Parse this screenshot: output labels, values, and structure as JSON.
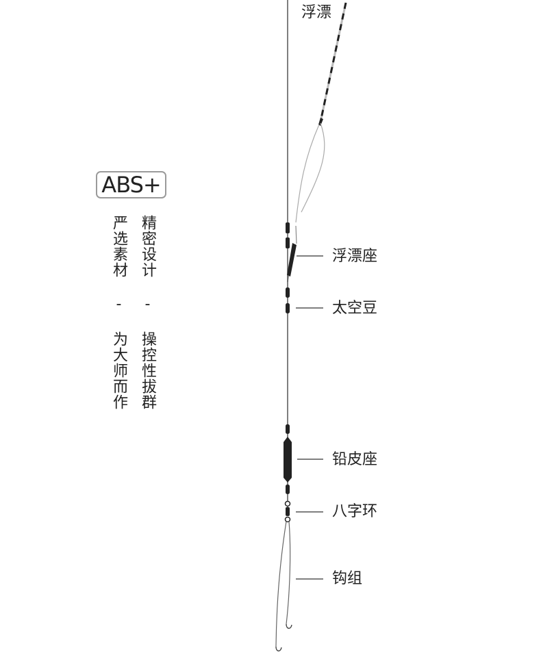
{
  "badge": "ABS+",
  "slogans": {
    "left": "严选素材 - 为大师而作",
    "right": "精密设计 - 操控性拔群"
  },
  "labels": {
    "float": "浮漂",
    "float_seat": "浮漂座",
    "space_bean": "太空豆",
    "sinker_seat": "铅皮座",
    "swivel": "八字环",
    "hook_set": "钩组"
  }
}
